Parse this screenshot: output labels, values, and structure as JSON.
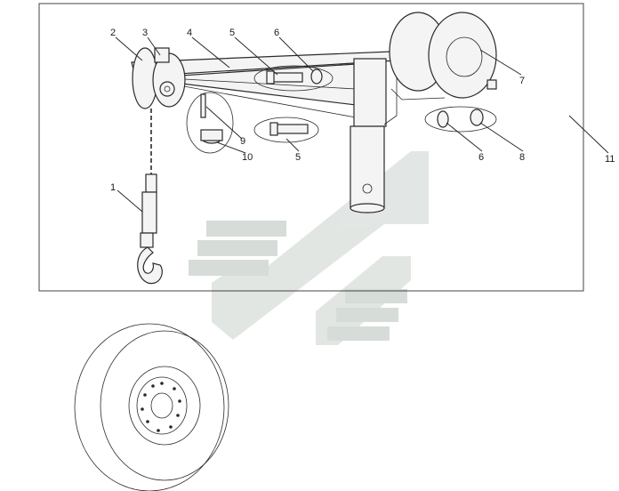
{
  "callouts": [
    {
      "id": "c1",
      "text": "1"
    },
    {
      "id": "c2",
      "text": "2"
    },
    {
      "id": "c3",
      "text": "3"
    },
    {
      "id": "c4",
      "text": "4"
    },
    {
      "id": "c5a",
      "text": "5"
    },
    {
      "id": "c5b",
      "text": "5"
    },
    {
      "id": "c6a",
      "text": "6"
    },
    {
      "id": "c6b",
      "text": "6"
    },
    {
      "id": "c7",
      "text": "7"
    },
    {
      "id": "c8",
      "text": "8"
    },
    {
      "id": "c9",
      "text": "9"
    },
    {
      "id": "c10",
      "text": "10"
    },
    {
      "id": "c11",
      "text": "11"
    }
  ],
  "colors": {
    "line": "#2a2a2a",
    "watermark_light": "#d9dedb",
    "watermark_mid": "#c9d2ce",
    "paper": "#ffffff"
  },
  "icons": {
    "watermark": "stylized-chevron-logo-watermark",
    "hook": "crane-hook-icon",
    "pulley": "pulley-wheel-icon",
    "winch": "winch-drum-icon",
    "wheel": "spare-wheel-icon"
  }
}
